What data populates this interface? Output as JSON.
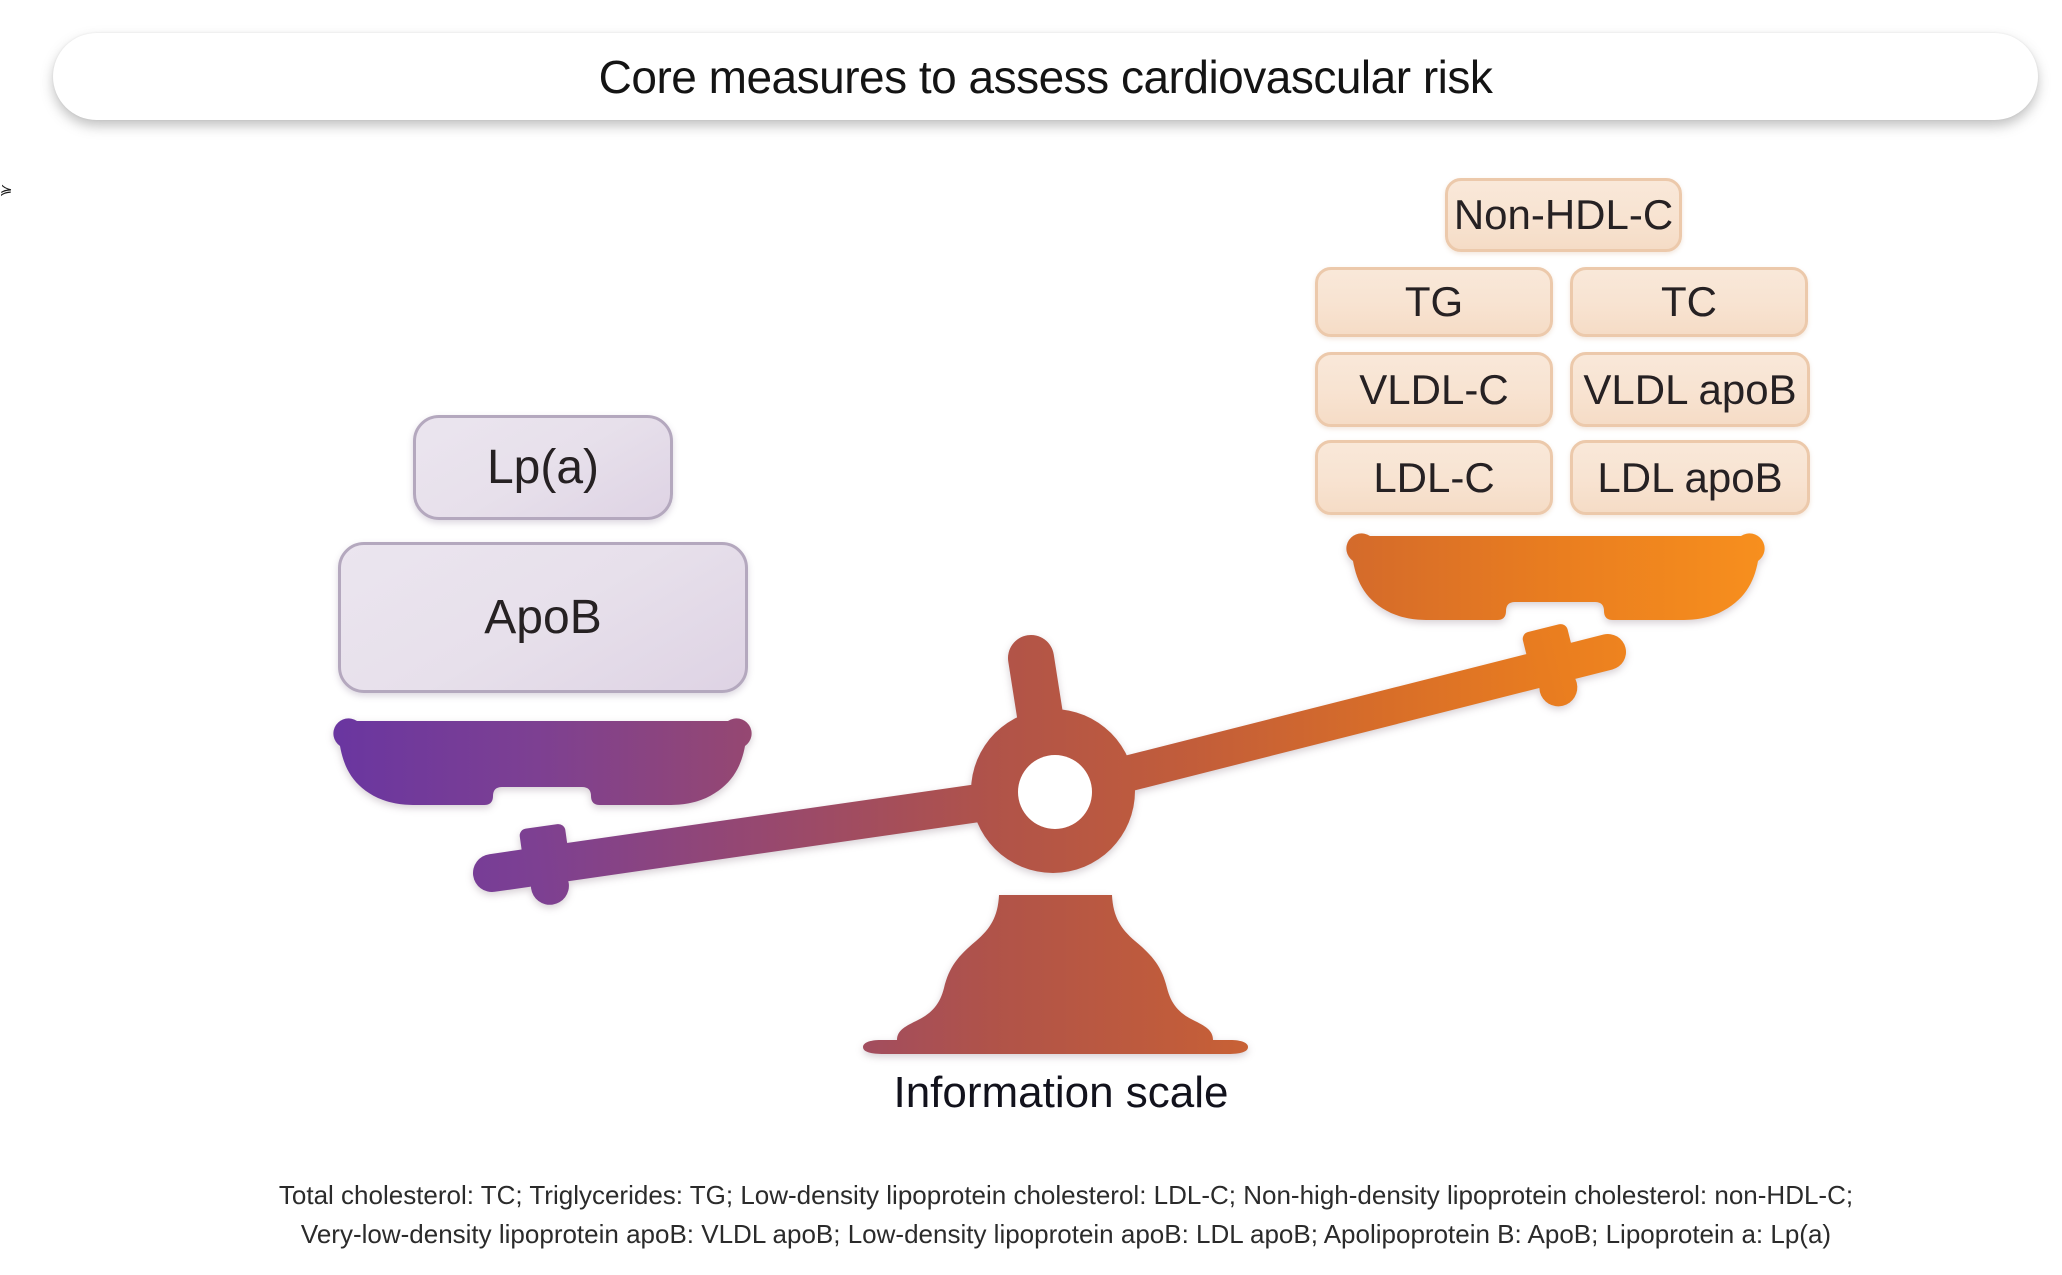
{
  "title": "Core measures to assess cardiovascular risk",
  "scale": {
    "label": "Information scale",
    "left_weights": [
      {
        "label": "Lp(a)"
      },
      {
        "label": "ApoB"
      }
    ],
    "right_weights": [
      {
        "label": "Non-HDL-C"
      },
      {
        "label": "TG"
      },
      {
        "label": "TC"
      },
      {
        "label": "VLDL-C"
      },
      {
        "label": "VLDL apoB"
      },
      {
        "label": "LDL-C"
      },
      {
        "label": "LDL apoB"
      }
    ]
  },
  "footer": {
    "line1": "Total cholesterol: TC; Triglycerides: TG; Low-density lipoprotein cholesterol: LDL-C; Non-high-density lipoprotein cholesterol: non-HDL-C;",
    "line2": "Very-low-density lipoprotein apoB: VLDL apoB; Low-density lipoprotein apoB: LDL apoB; Apolipoprotein B: ApoB; Lipoprotein a: Lp(a)"
  },
  "artifact": {
    "glyph": "≽"
  },
  "colors": {
    "purple": "#6a36a0",
    "mauve": "#97486f",
    "center_red": "#b05349",
    "orange": "#f78f1e",
    "left_box_fill": "#e7e0eb",
    "left_box_border": "#b4a8be",
    "right_box_fill": "#f8e3d1",
    "right_box_border": "#ecc9ab",
    "text_dark": "#231f20"
  }
}
